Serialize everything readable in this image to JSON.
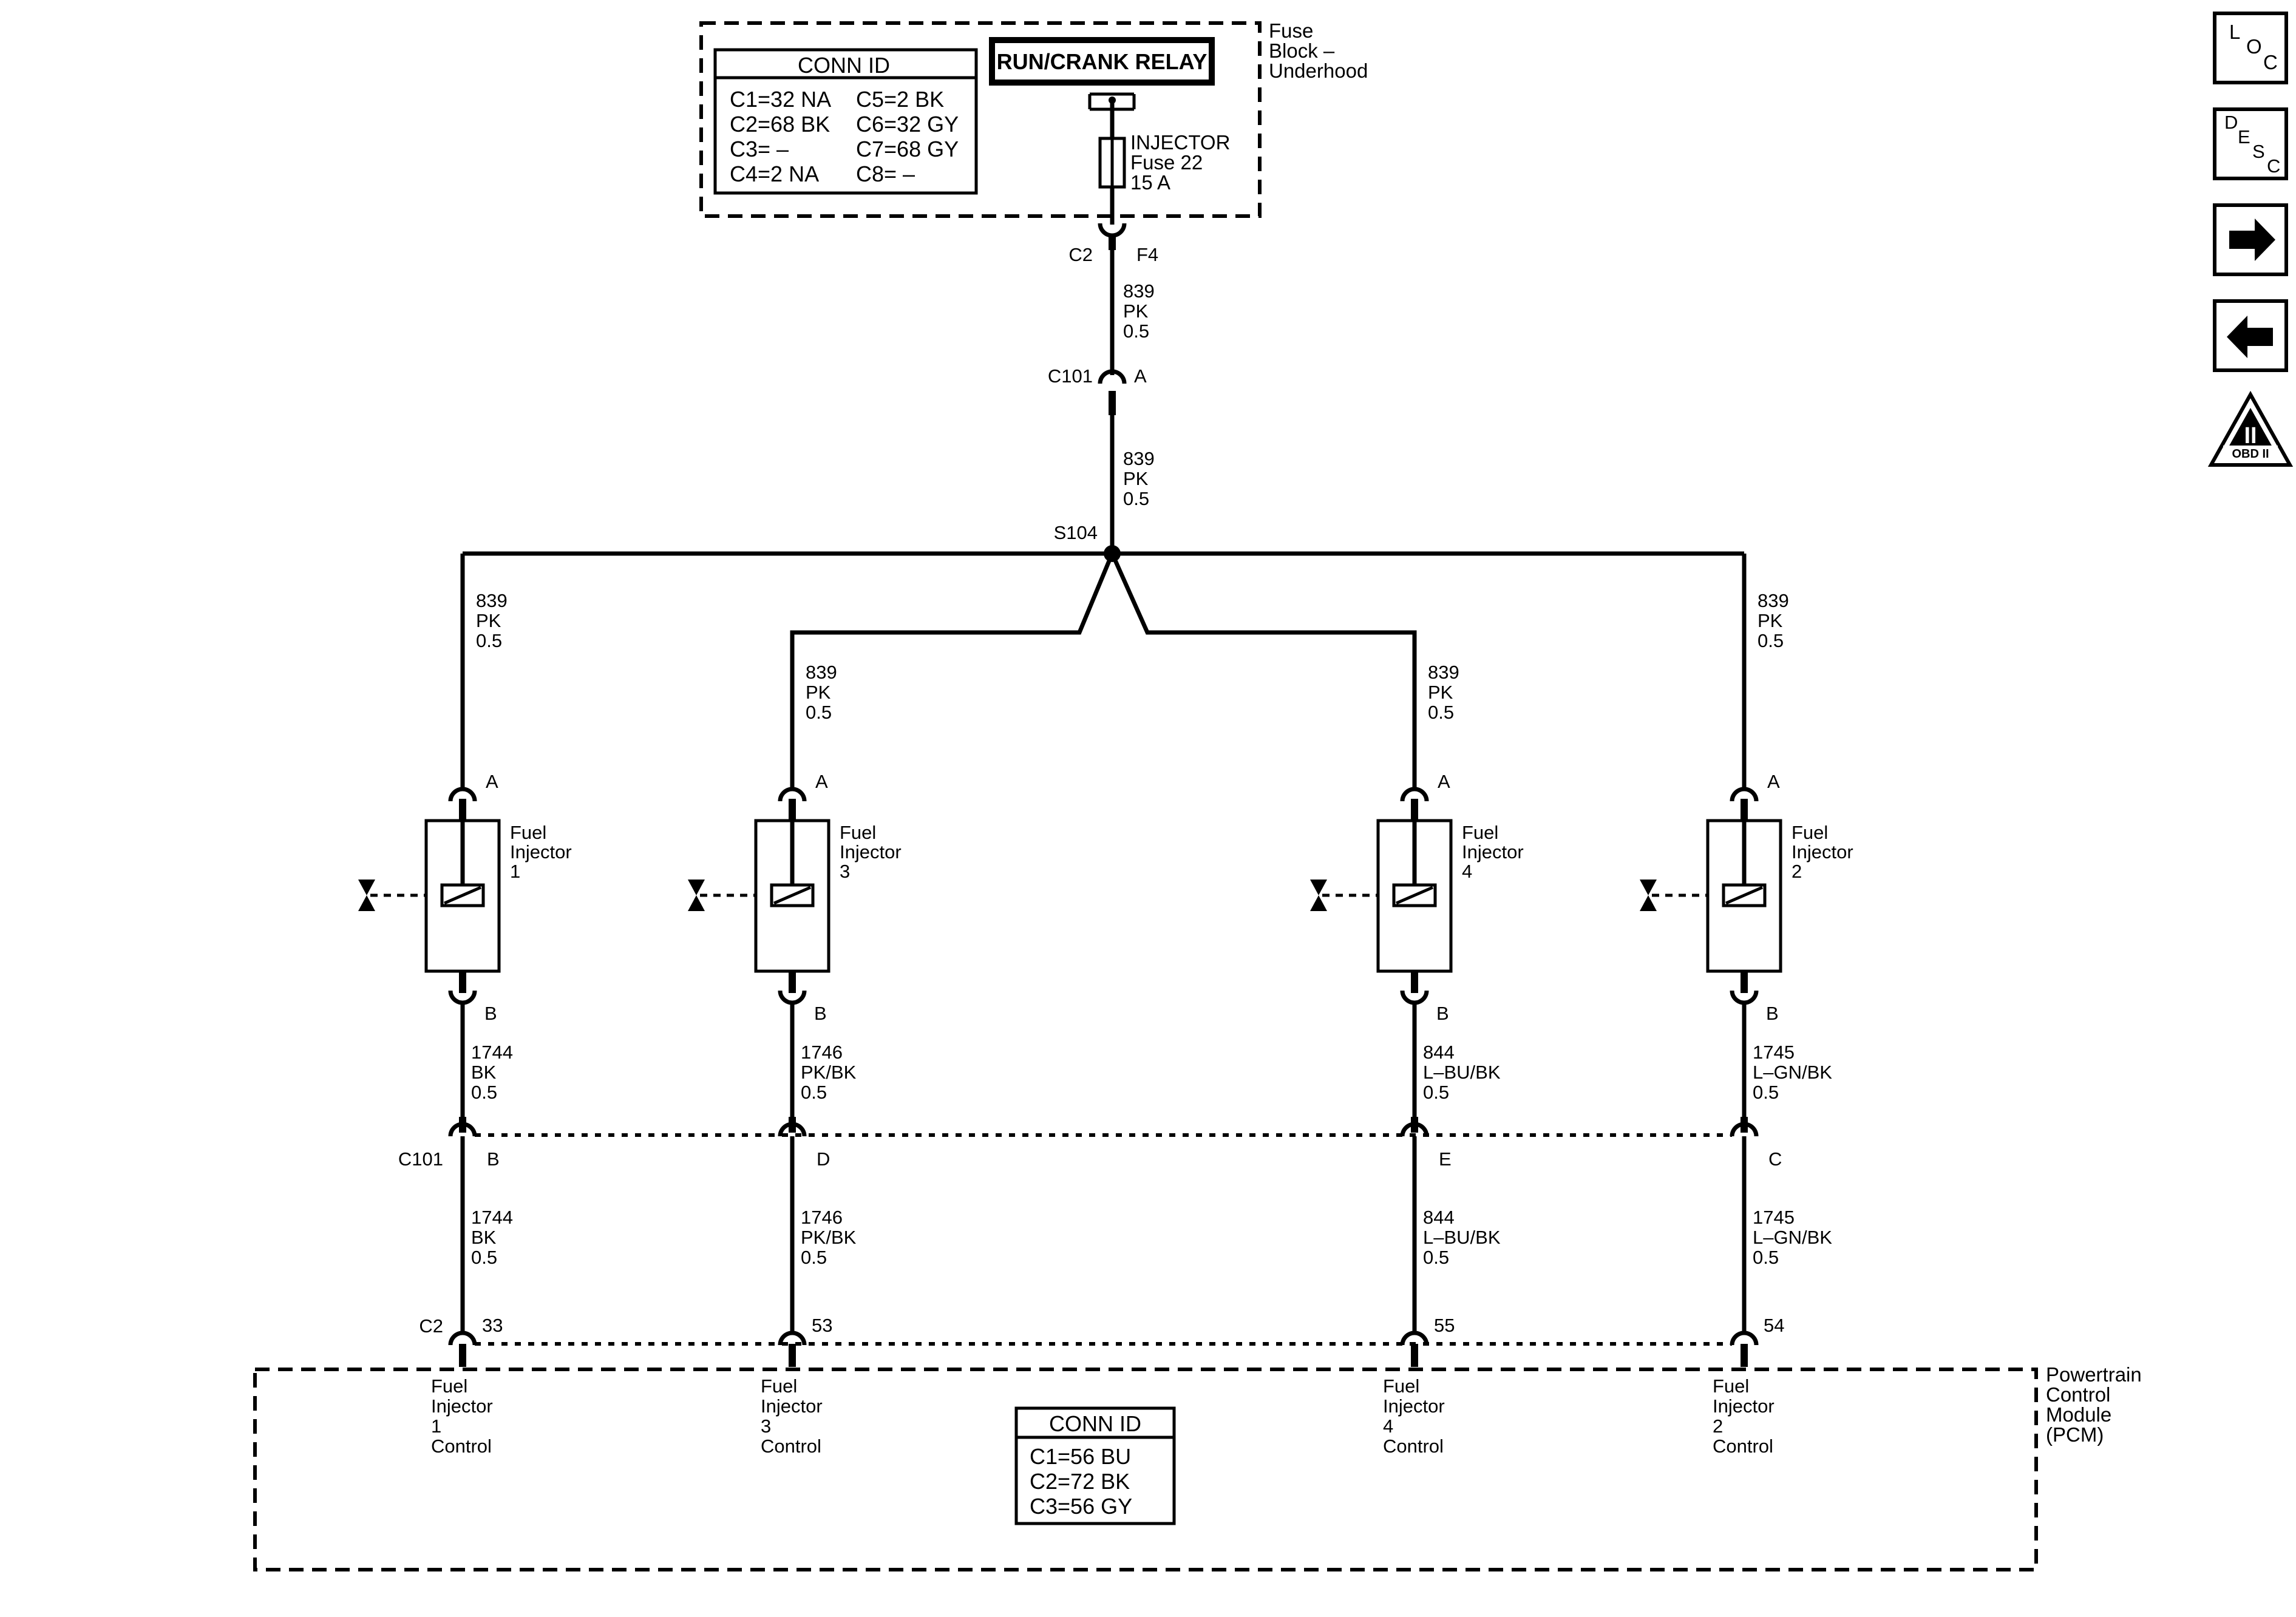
{
  "fuse_block": {
    "label": [
      "Fuse",
      "Block –",
      "Underhood"
    ],
    "conn_title": "CONN ID",
    "conn_col1": [
      "C1=32 NA",
      "C2=68 BK",
      "C3= –",
      "C4=2 NA"
    ],
    "conn_col2": [
      "C5=2 BK",
      "C6=32 GY",
      "C7=68 GY",
      "C8= –"
    ],
    "relay": "RUN/CRANK RELAY",
    "fuse": [
      "INJECTOR",
      "Fuse 22",
      "15 A"
    ]
  },
  "top_wire": {
    "conn_c2": "C2",
    "pin_f4": "F4",
    "wire1": [
      "839",
      "PK",
      "0.5"
    ],
    "conn_c101": "C101",
    "pin_a": "A",
    "wire2": [
      "839",
      "PK",
      "0.5"
    ],
    "splice": "S104"
  },
  "injectors": [
    {
      "branch_wire": [
        "839",
        "PK",
        "0.5"
      ],
      "pin_a": "A",
      "label": [
        "Fuel",
        "Injector",
        "1"
      ],
      "pin_b": "B",
      "wire_b": [
        "1744",
        "BK",
        "0.5"
      ],
      "c101_pin": "B",
      "wire_c": [
        "1744",
        "BK",
        "0.5"
      ],
      "pcm_pin": "33",
      "pcm_label": [
        "Fuel",
        "Injector",
        "1",
        "Control"
      ]
    },
    {
      "branch_wire": [
        "839",
        "PK",
        "0.5"
      ],
      "pin_a": "A",
      "label": [
        "Fuel",
        "Injector",
        "3"
      ],
      "pin_b": "B",
      "wire_b": [
        "1746",
        "PK/BK",
        "0.5"
      ],
      "c101_pin": "D",
      "wire_c": [
        "1746",
        "PK/BK",
        "0.5"
      ],
      "pcm_pin": "53",
      "pcm_label": [
        "Fuel",
        "Injector",
        "3",
        "Control"
      ]
    },
    {
      "branch_wire": [
        "839",
        "PK",
        "0.5"
      ],
      "pin_a": "A",
      "label": [
        "Fuel",
        "Injector",
        "4"
      ],
      "pin_b": "B",
      "wire_b": [
        "844",
        "L–BU/BK",
        "0.5"
      ],
      "c101_pin": "E",
      "wire_c": [
        "844",
        "L–BU/BK",
        "0.5"
      ],
      "pcm_pin": "55",
      "pcm_label": [
        "Fuel",
        "Injector",
        "4",
        "Control"
      ]
    },
    {
      "branch_wire": [
        "839",
        "PK",
        "0.5"
      ],
      "pin_a": "A",
      "label": [
        "Fuel",
        "Injector",
        "2"
      ],
      "pin_b": "B",
      "wire_b": [
        "1745",
        "L–GN/BK",
        "0.5"
      ],
      "c101_pin": "C",
      "wire_c": [
        "1745",
        "L–GN/BK",
        "0.5"
      ],
      "pcm_pin": "54",
      "pcm_label": [
        "Fuel",
        "Injector",
        "2",
        "Control"
      ]
    }
  ],
  "lower_connectors": {
    "c101": "C101",
    "c2": "C2"
  },
  "pcm": {
    "label": [
      "Powertrain",
      "Control",
      "Module",
      "(PCM)"
    ],
    "conn_title": "CONN ID",
    "conn_ids": [
      "C1=56 BU",
      "C2=72 BK",
      "C3=56 GY"
    ]
  },
  "nav": {
    "loc": [
      "L",
      "O",
      "C"
    ],
    "desc": [
      "D",
      "E",
      "S",
      "C"
    ],
    "obd": [
      "II",
      "OBD II"
    ],
    "icons": [
      "loc-icon",
      "desc-icon",
      "arrow-right-icon",
      "arrow-left-icon",
      "obd-ii-icon"
    ]
  }
}
